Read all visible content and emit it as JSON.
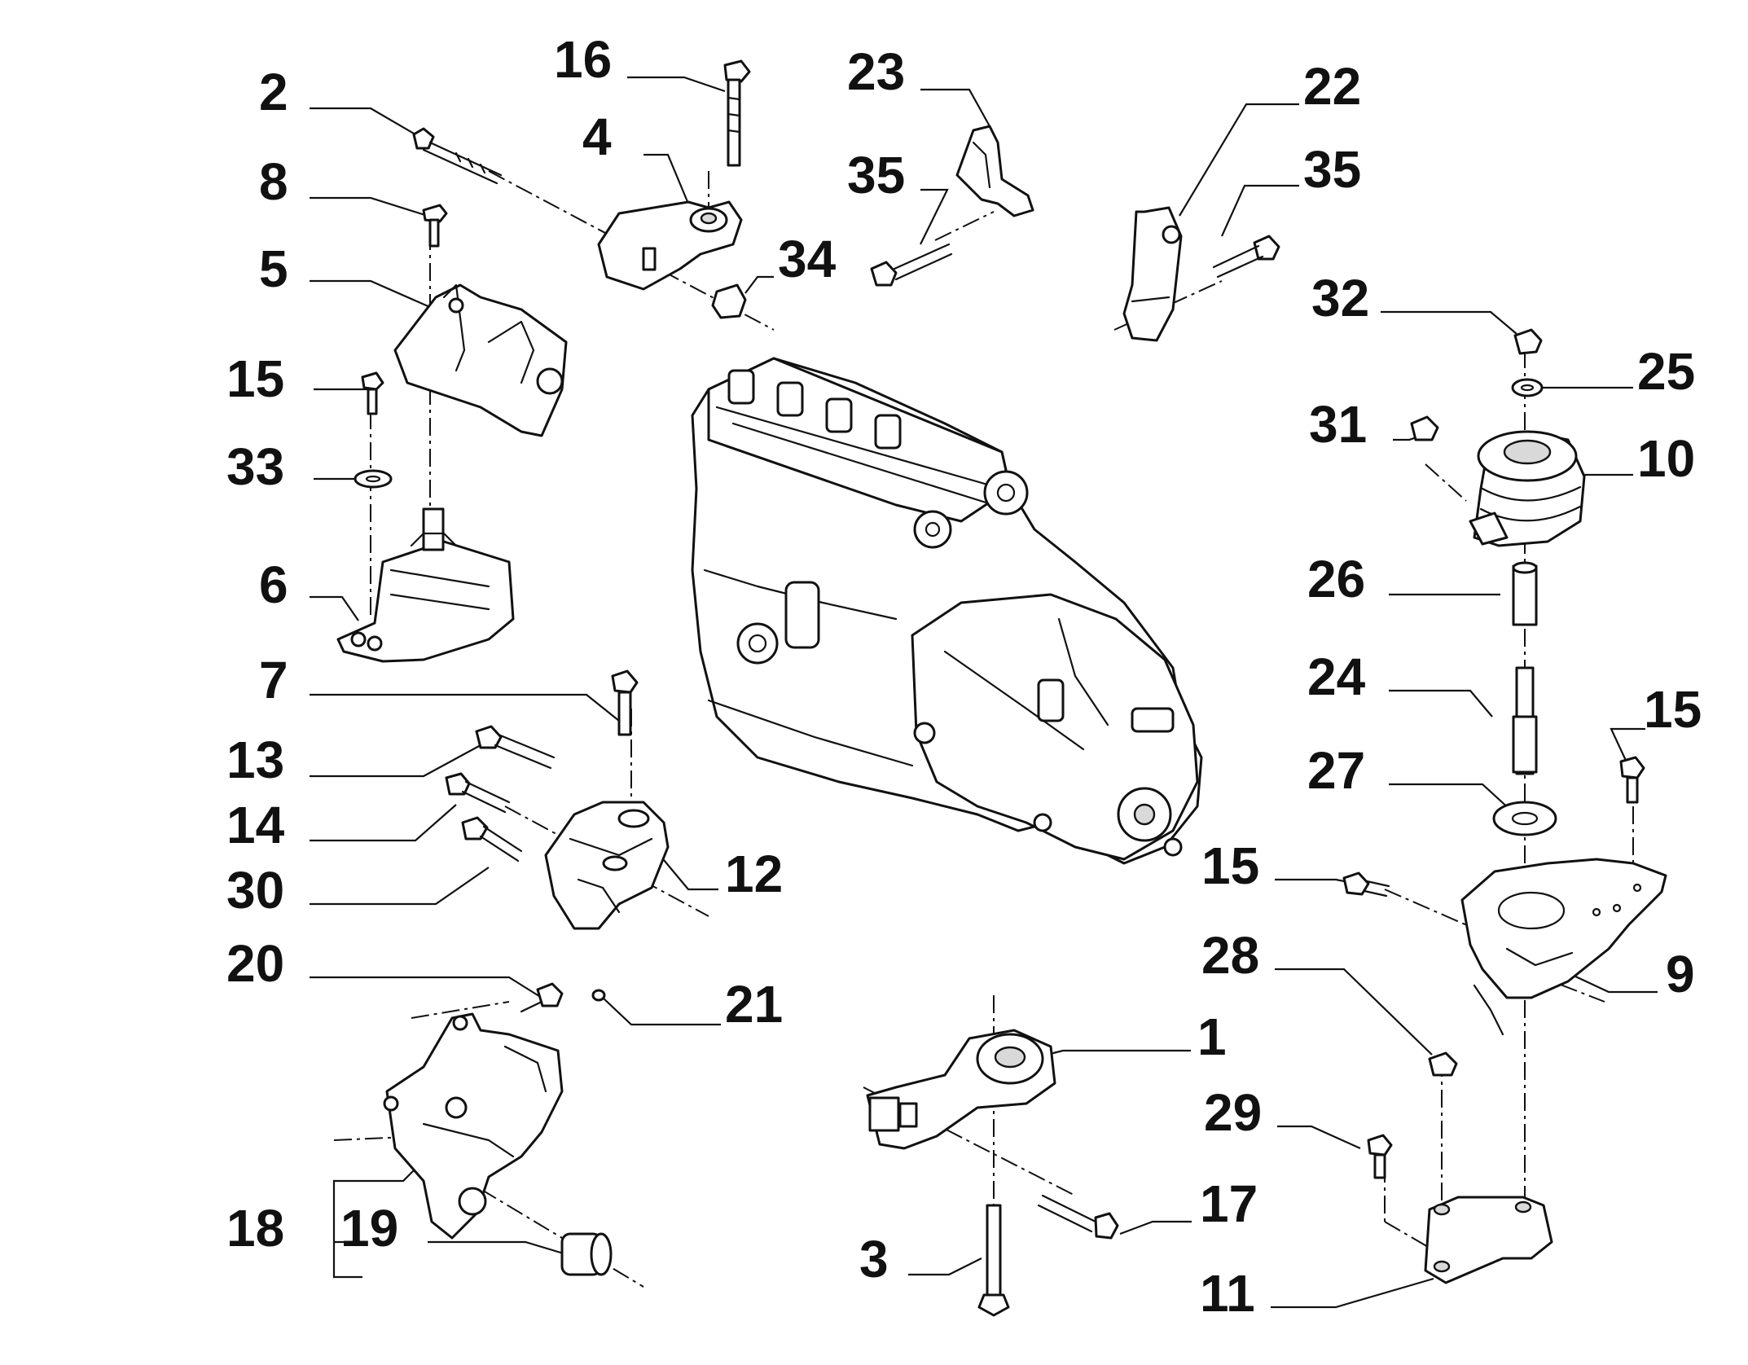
{
  "diagram": {
    "callouts": {
      "n1": "1",
      "n2": "2",
      "n3": "3",
      "n4": "4",
      "n5": "5",
      "n6": "6",
      "n7": "7",
      "n8": "8",
      "n9": "9",
      "n10": "10",
      "n11": "11",
      "n12": "12",
      "n13": "13",
      "n14": "14",
      "n15a": "15",
      "n15b": "15",
      "n15c": "15",
      "n16": "16",
      "n17": "17",
      "n18": "18",
      "n19": "19",
      "n20": "20",
      "n21": "21",
      "n22": "22",
      "n23": "23",
      "n24": "24",
      "n25": "25",
      "n26": "26",
      "n27": "27",
      "n28": "28",
      "n29": "29",
      "n30": "30",
      "n31": "31",
      "n32": "32",
      "n33": "33",
      "n34": "34",
      "n35a": "35",
      "n35b": "35"
    }
  }
}
